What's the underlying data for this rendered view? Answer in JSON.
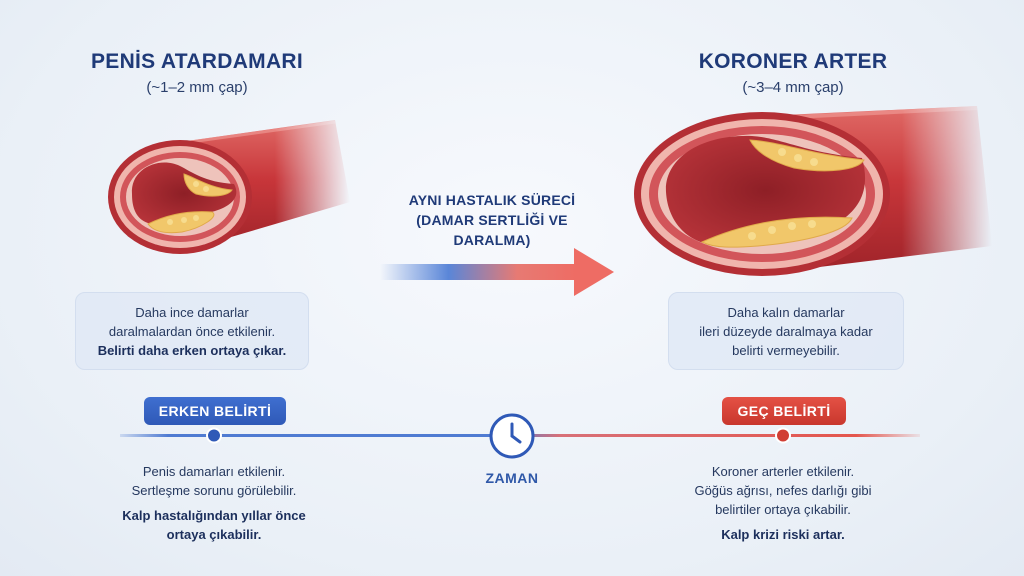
{
  "left": {
    "title": "PENİS ATARDAMARI",
    "subtitle": "(~1–2 mm çap)",
    "info_line1": "Daha ince damarlar",
    "info_line2": "daralmalardan önce etkilenir.",
    "info_bold": "Belirti daha erken ortaya çıkar.",
    "badge": "ERKEN BELİRTİ",
    "desc_line1": "Penis damarları etkilenir.",
    "desc_line2": "Sertleşme sorunu görülebilir.",
    "desc_bold1": "Kalp hastalığından yıllar önce",
    "desc_bold2": "ortaya çıkabilir."
  },
  "right": {
    "title": "KORONER ARTER",
    "subtitle": "(~3–4 mm çap)",
    "info_line1": "Daha kalın damarlar",
    "info_line2": "ileri düzeyde daralmaya kadar",
    "info_line3": "belirti vermeyebilir.",
    "badge": "GEÇ BELİRTİ",
    "desc_line1": "Koroner arterler etkilenir.",
    "desc_line2": "Göğüs ağrısı, nefes darlığı gibi",
    "desc_line3": "belirtiler ortaya çıkabilir.",
    "desc_bold": "Kalp krizi riski artar."
  },
  "center": {
    "line1": "AYNI HASTALIK SÜRECİ",
    "line2": "(DAMAR SERTLİĞİ VE",
    "line3": "DARALMA)"
  },
  "timeline": {
    "label": "ZAMAN"
  },
  "colors": {
    "navy": "#1f3a78",
    "blue": "#3f6fd0",
    "red": "#e45145",
    "vessel": "#c8363a",
    "plaque": "#f1c76a"
  },
  "icons": {
    "clock": "clock-icon"
  }
}
